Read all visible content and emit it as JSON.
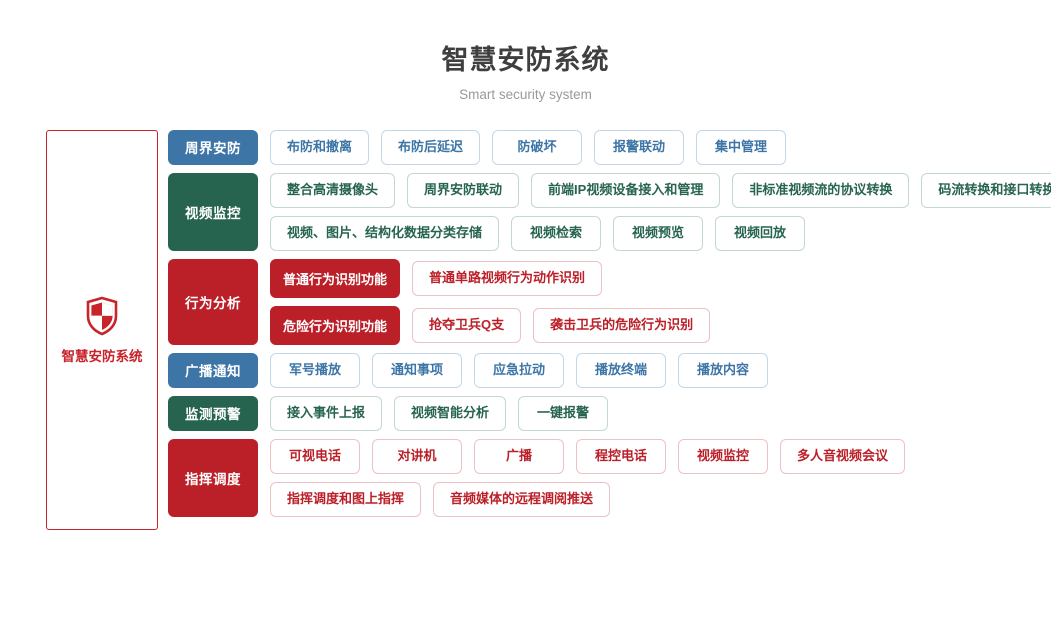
{
  "header": {
    "title": "智慧安防系统",
    "subtitle": "Smart security system"
  },
  "brand": {
    "label": "智慧安防系统",
    "icon": "shield-icon",
    "color": "#c9232b"
  },
  "colors": {
    "blue": "#3c75a6",
    "green": "#276450",
    "red": "#bb1f28",
    "title": "#3f3f3f",
    "subtitle": "#9a9a9a"
  },
  "rows": [
    {
      "category": "周界安防",
      "theme": "blue",
      "lines": [
        {
          "chips": [
            "布防和撤离",
            "布防后延迟",
            "防破坏",
            "报警联动",
            "集中管理"
          ]
        }
      ]
    },
    {
      "category": "视频监控",
      "theme": "green",
      "lines": [
        {
          "chips": [
            "整合高清摄像头",
            "周界安防联动",
            "前端IP视频设备接入和管理",
            "非标准视频流的协议转换",
            "码流转换和接口转换"
          ]
        },
        {
          "chips": [
            "视频、图片、结构化数据分类存储",
            "视频检索",
            "视频预览",
            "视频回放"
          ]
        }
      ]
    },
    {
      "category": "行为分析",
      "theme": "red",
      "lines": [
        {
          "label": "普通行为识别功能",
          "chips": [
            "普通单路视频行为动作识别"
          ]
        },
        {
          "label": "危险行为识别功能",
          "chips": [
            "抢夺卫兵Q支",
            "袭击卫兵的危险行为识别"
          ]
        }
      ]
    },
    {
      "category": "广播通知",
      "theme": "blue",
      "lines": [
        {
          "chips": [
            "军号播放",
            "通知事项",
            "应急拉动",
            "播放终端",
            "播放内容"
          ]
        }
      ]
    },
    {
      "category": "监测预警",
      "theme": "green",
      "lines": [
        {
          "chips": [
            "接入事件上报",
            "视频智能分析",
            "一键报警"
          ]
        }
      ]
    },
    {
      "category": "指挥调度",
      "theme": "red",
      "lines": [
        {
          "chips": [
            "可视电话",
            "对讲机",
            "广播",
            "程控电话",
            "视频监控",
            "多人音视频会议"
          ]
        },
        {
          "chips": [
            "指挥调度和图上指挥",
            "音频媒体的远程调阅推送"
          ]
        }
      ]
    }
  ]
}
